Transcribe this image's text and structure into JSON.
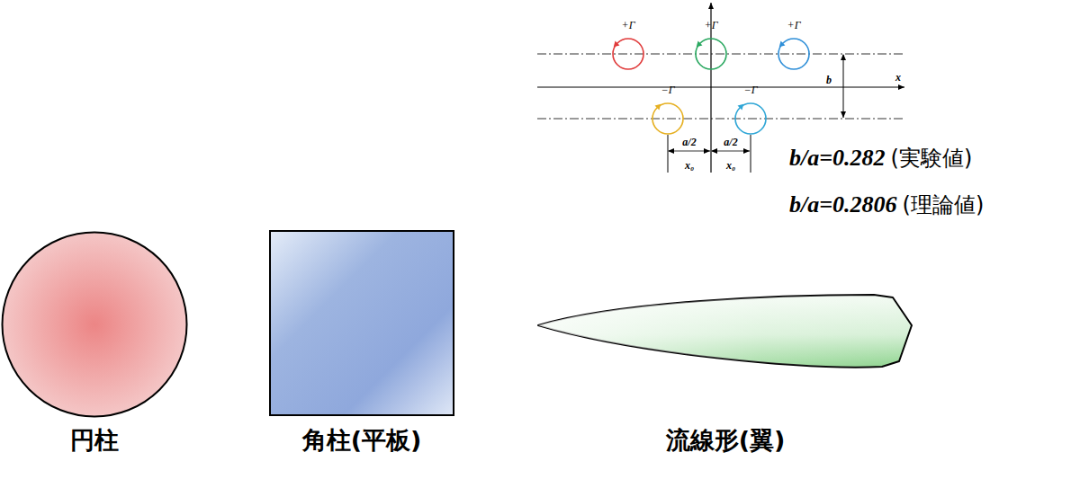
{
  "diagram": {
    "nodes": [
      {
        "text": [
          "+Γ"
        ]
      },
      {
        "text": [
          "+Γ"
        ]
      },
      {
        "text": [
          "+Γ"
        ]
      },
      {
        "text": [
          "−Γ"
        ]
      },
      {
        "text": [
          "−Γ"
        ]
      },
      {
        "text": [
          "円柱"
        ]
      },
      {
        "text": [
          "角柱(平板)"
        ]
      },
      {
        "text": [
          "流線形(翼)"
        ]
      }
    ],
    "labels": [
      "b",
      "x",
      "a/2",
      "a/2",
      "x₀",
      "x₀",
      "b/a=0.282",
      "(実験値)",
      "b/a=0.2806",
      "(理論値)"
    ]
  }
}
